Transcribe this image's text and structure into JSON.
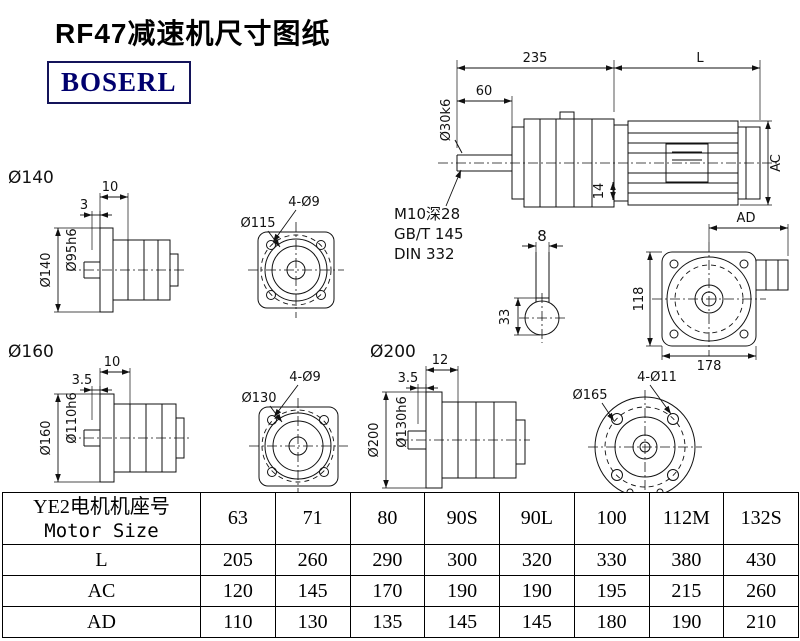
{
  "page": {
    "title": "RF47减速机尺寸图纸",
    "logo": "BOSERL"
  },
  "colors": {
    "line": "#111111",
    "logo_blue": "#00006e",
    "border": "#000000"
  },
  "drawing": {
    "main": {
      "d235": "235",
      "dL": "L",
      "d60": "60",
      "shaft_dia": "Ø30k6",
      "ac": "AC",
      "d14": "14",
      "note_tap": "M10深28",
      "note_gb": "GB/T 145",
      "note_din": "DIN 332",
      "key_w": "8",
      "key_h": "33"
    },
    "end_view": {
      "ad": "AD",
      "d118": "118",
      "d178": "178"
    },
    "v140": {
      "title": "Ø140",
      "d10": "10",
      "d3": "3",
      "flange_dia": "Ø140",
      "spigot_dia": "Ø95h6"
    },
    "f115": {
      "holes": "4-Ø9",
      "bolt_circle": "Ø115"
    },
    "v160": {
      "title": "Ø160",
      "d10": "10",
      "d35": "3.5",
      "flange_dia": "Ø160",
      "spigot_dia": "Ø110h6"
    },
    "f130": {
      "holes": "4-Ø9",
      "bolt_circle": "Ø130"
    },
    "v200": {
      "title": "Ø200",
      "d12": "12",
      "d35": "3.5",
      "flange_dia": "Ø200",
      "spigot_dia": "Ø130h6"
    },
    "f165": {
      "holes": "4-Ø11",
      "bolt_circle": "Ø165"
    }
  },
  "table": {
    "header_cn": "YE2电机机座号",
    "header_en": "Motor Size",
    "sizes": [
      "63",
      "71",
      "80",
      "90S",
      "90L",
      "100",
      "112M",
      "132S"
    ],
    "rows": [
      {
        "label": "L",
        "values": [
          "205",
          "260",
          "290",
          "300",
          "320",
          "330",
          "380",
          "430"
        ]
      },
      {
        "label": "AC",
        "values": [
          "120",
          "145",
          "170",
          "190",
          "190",
          "195",
          "215",
          "260"
        ]
      },
      {
        "label": "AD",
        "values": [
          "110",
          "130",
          "135",
          "145",
          "145",
          "180",
          "190",
          "210"
        ]
      }
    ]
  }
}
